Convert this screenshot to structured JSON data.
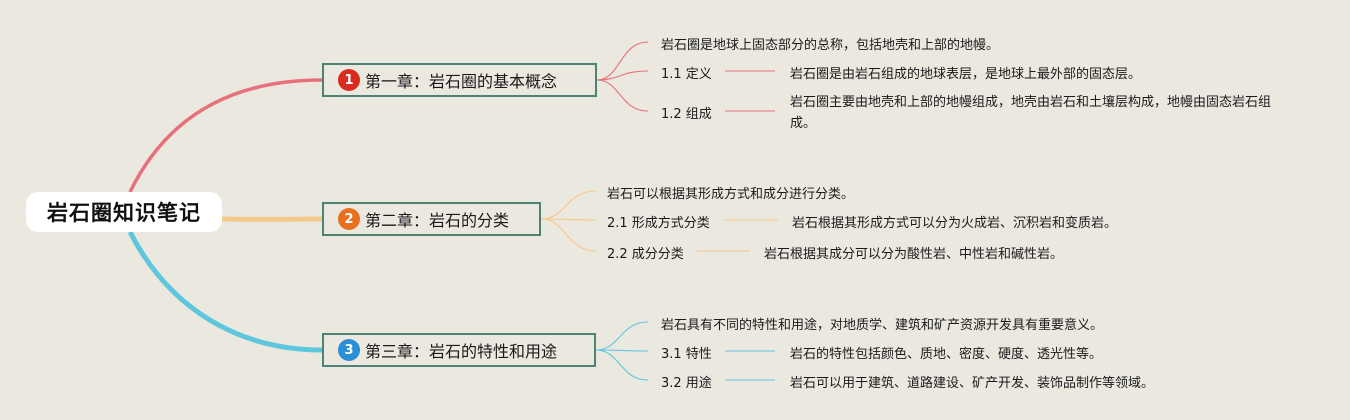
{
  "root": {
    "title": "岩石圈知识笔记"
  },
  "colors": {
    "ch1": "#e8707a",
    "ch2": "#f5c98a",
    "ch3": "#5fc7dd",
    "badge1": "#d92b1f",
    "badge2": "#e8701e",
    "badge3": "#2b8fd6",
    "box_border": "#4d8275"
  },
  "chapters": [
    {
      "num": "1",
      "title": "第一章：岩石圈的基本概念",
      "summary": "岩石圈是地球上固态部分的总称，包括地壳和上部的地幔。",
      "subs": [
        {
          "label": "1.1 定义",
          "text": "岩石圈是由岩石组成的地球表层，是地球上最外部的固态层。"
        },
        {
          "label": "1.2 组成",
          "text": "岩石圈主要由地壳和上部的地幔组成，地壳由岩石和土壤层构成，地幔由固态岩石组成。"
        }
      ]
    },
    {
      "num": "2",
      "title": "第二章：岩石的分类",
      "summary": "岩石可以根据其形成方式和成分进行分类。",
      "subs": [
        {
          "label": "2.1 形成方式分类",
          "text": "岩石根据其形成方式可以分为火成岩、沉积岩和变质岩。"
        },
        {
          "label": "2.2 成分分类",
          "text": "岩石根据其成分可以分为酸性岩、中性岩和碱性岩。"
        }
      ]
    },
    {
      "num": "3",
      "title": "第三章：岩石的特性和用途",
      "summary": "岩石具有不同的特性和用途，对地质学、建筑和矿产资源开发具有重要意义。",
      "subs": [
        {
          "label": "3.1 特性",
          "text": "岩石的特性包括颜色、质地、密度、硬度、透光性等。"
        },
        {
          "label": "3.2 用途",
          "text": "岩石可以用于建筑、道路建设、矿产开发、装饰品制作等领域。"
        }
      ]
    }
  ]
}
